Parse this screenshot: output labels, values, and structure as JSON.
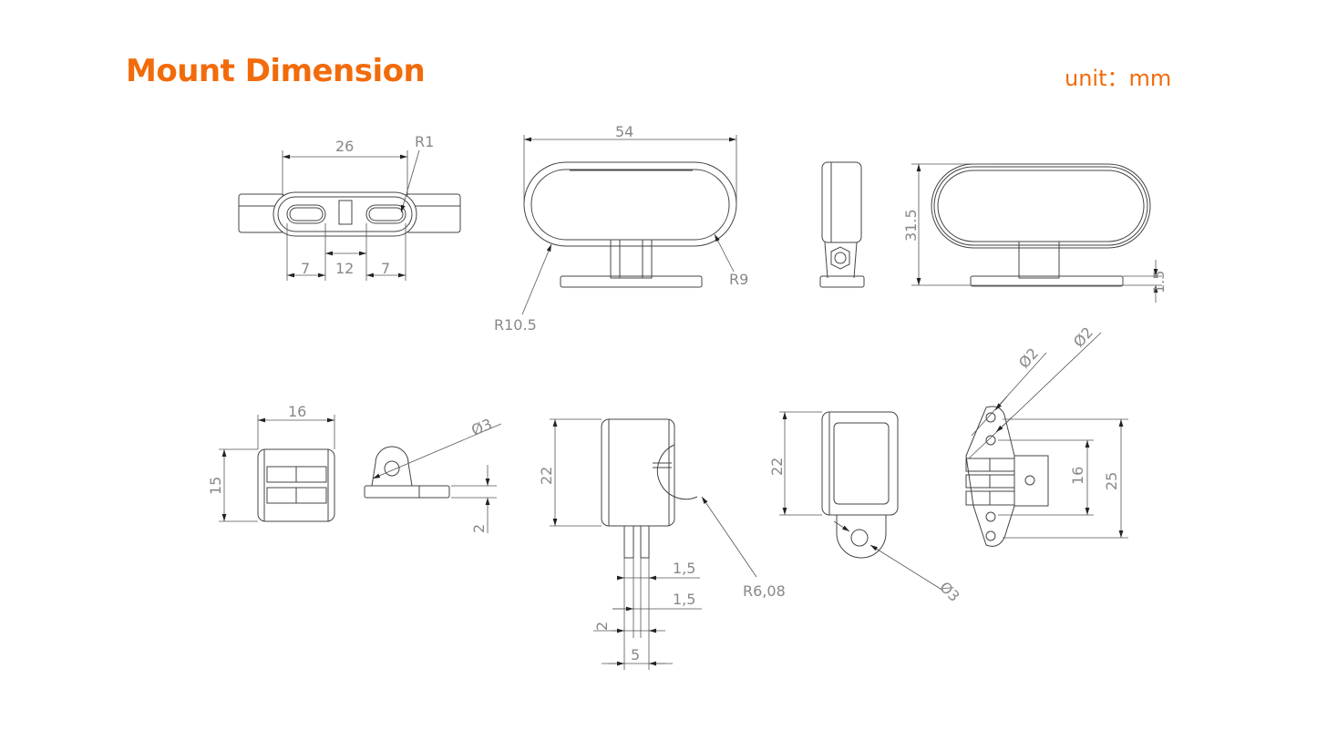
{
  "header": {
    "title": "Mount Dimension",
    "unit": "unit：mm"
  },
  "dimensions": {
    "top_width": "26",
    "top_radius": "R1",
    "slot_left": "7",
    "slot_gap": "12",
    "slot_right": "7",
    "front_width": "54",
    "outer_radius": "R10.5",
    "inner_radius": "R9",
    "height_total": "31.5",
    "base_thickness": "1.5",
    "clip_width": "16",
    "clip_height": "15",
    "hole_dia": "Ø3",
    "plate_thickness": "2",
    "body_height": "22",
    "arc_radius": "R6,08",
    "pin_width_a": "1,5",
    "pin_width_b": "1,5",
    "pin_gap": "2",
    "pin_span": "5",
    "side_height": "22",
    "tab_hole_dia": "Ø3",
    "small_hole_a": "Ø2",
    "small_hole_b": "Ø2",
    "hole_spacing_inner": "16",
    "hole_spacing_outer": "25"
  }
}
